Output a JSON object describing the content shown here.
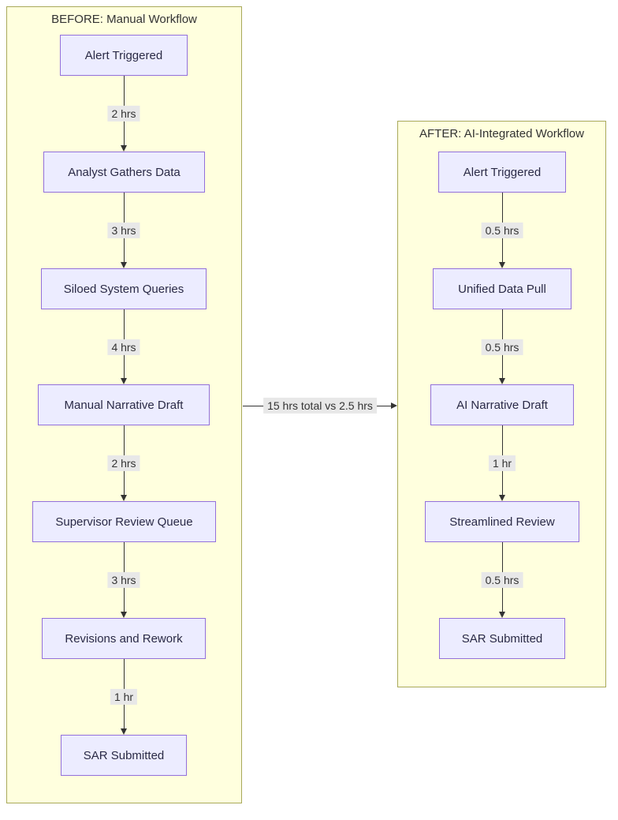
{
  "before": {
    "title": "BEFORE: Manual Workflow",
    "nodes": [
      "Alert Triggered",
      "Analyst Gathers Data",
      "Siloed System Queries",
      "Manual Narrative Draft",
      "Supervisor Review Queue",
      "Revisions and Rework",
      "SAR Submitted"
    ],
    "edge_labels": [
      "2 hrs",
      "3 hrs",
      "4 hrs",
      "2 hrs",
      "3 hrs",
      "1 hr"
    ]
  },
  "after": {
    "title": "AFTER: AI-Integrated Workflow",
    "nodes": [
      "Alert Triggered",
      "Unified Data Pull",
      "AI Narrative Draft",
      "Streamlined Review",
      "SAR Submitted"
    ],
    "edge_labels": [
      "0.5 hrs",
      "0.5 hrs",
      "1 hr",
      "0.5 hrs"
    ]
  },
  "bridge": {
    "label": "15 hrs total vs 2.5 hrs"
  },
  "colors": {
    "cluster_fill": "#ffffde",
    "cluster_border": "#a9a95a",
    "node_fill": "#ececff",
    "node_border": "#9370db",
    "edge": "#333333",
    "edge_label_bg": "#e8e8e8",
    "text": "#333333"
  }
}
